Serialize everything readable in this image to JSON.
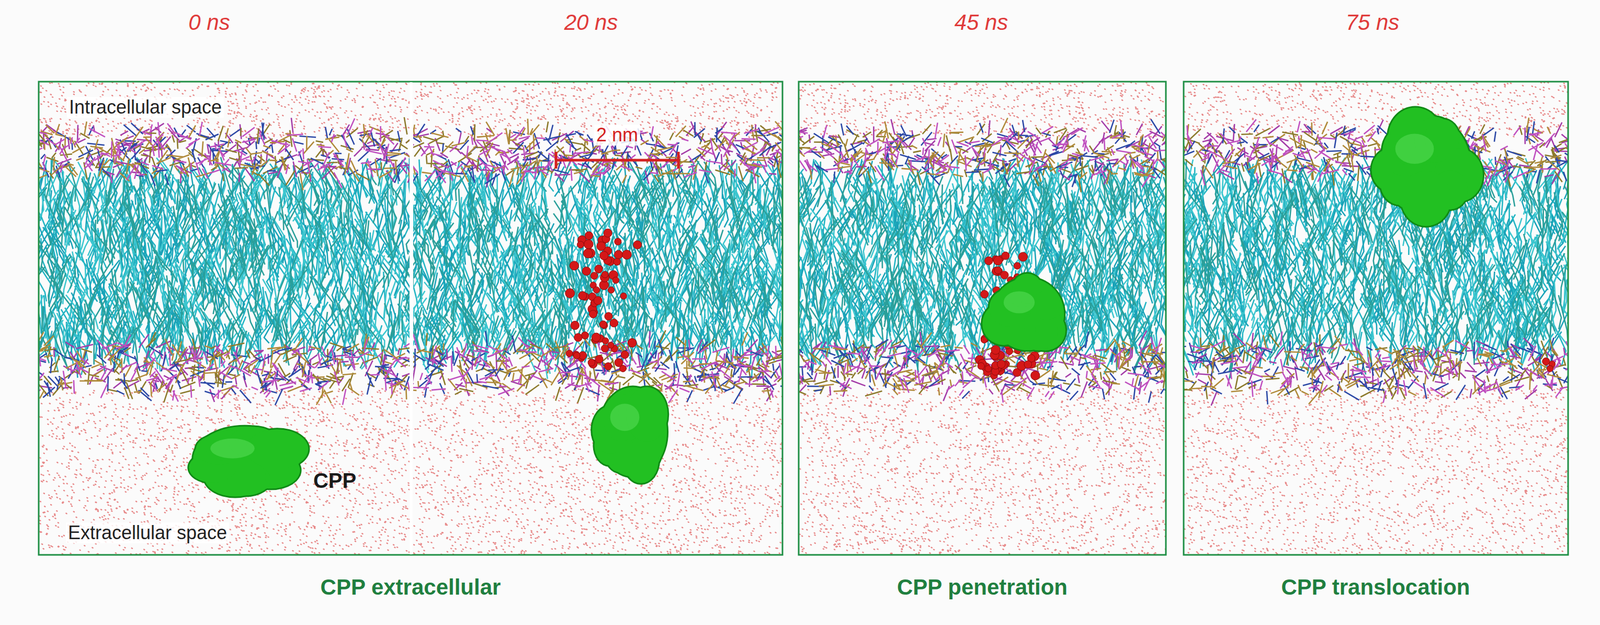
{
  "diagram": {
    "labels": [
      "0 ns",
      "20 ns",
      "45 ns",
      "75 ns",
      "Intracellular space",
      "2 nm",
      "CPP",
      "Extracellular space",
      "CPP extracellular",
      "CPP penetration",
      "CPP translocation"
    ]
  }
}
